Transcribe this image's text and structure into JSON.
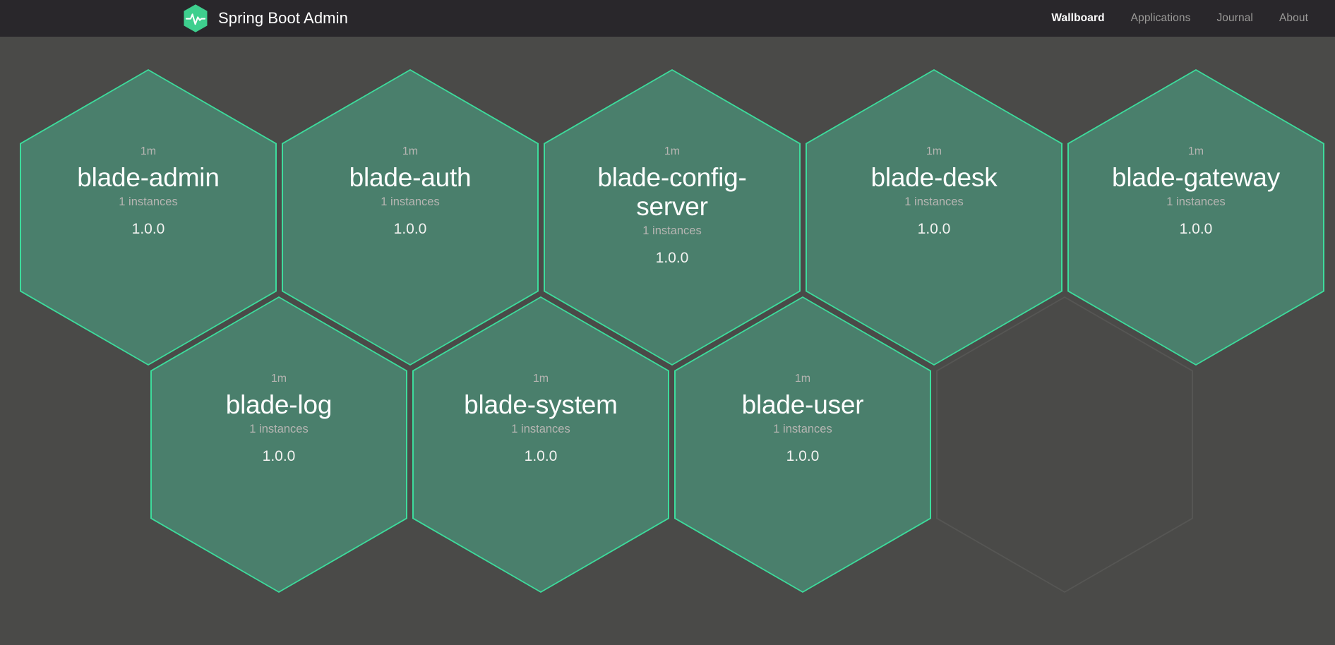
{
  "app": {
    "title": "Spring Boot Admin",
    "logo_icon": "heartbeat-hexagon-icon",
    "brand_color": "#3ecf8e",
    "navbar_bg": "#29272b",
    "page_bg": "#4a4a48",
    "hex_fill": "#4a7f6c",
    "hex_border": "#3ddc9c",
    "empty_hex_border": "#565654"
  },
  "nav": {
    "items": [
      {
        "label": "Wallboard",
        "active": true
      },
      {
        "label": "Applications",
        "active": false
      },
      {
        "label": "Journal",
        "active": false
      },
      {
        "label": "About",
        "active": false
      }
    ]
  },
  "wallboard": {
    "applications": [
      {
        "name": "blade-admin",
        "status_age": "1m",
        "instances": "1 instances",
        "version": "1.0.0",
        "state": "up"
      },
      {
        "name": "blade-auth",
        "status_age": "1m",
        "instances": "1 instances",
        "version": "1.0.0",
        "state": "up"
      },
      {
        "name": "blade-config-server",
        "status_age": "1m",
        "instances": "1 instances",
        "version": "1.0.0",
        "state": "up"
      },
      {
        "name": "blade-desk",
        "status_age": "1m",
        "instances": "1 instances",
        "version": "1.0.0",
        "state": "up"
      },
      {
        "name": "blade-gateway",
        "status_age": "1m",
        "instances": "1 instances",
        "version": "1.0.0",
        "state": "up"
      },
      {
        "name": "blade-log",
        "status_age": "1m",
        "instances": "1 instances",
        "version": "1.0.0",
        "state": "up"
      },
      {
        "name": "blade-system",
        "status_age": "1m",
        "instances": "1 instances",
        "version": "1.0.0",
        "state": "up"
      },
      {
        "name": "blade-user",
        "status_age": "1m",
        "instances": "1 instances",
        "version": "1.0.0",
        "state": "up"
      }
    ]
  }
}
